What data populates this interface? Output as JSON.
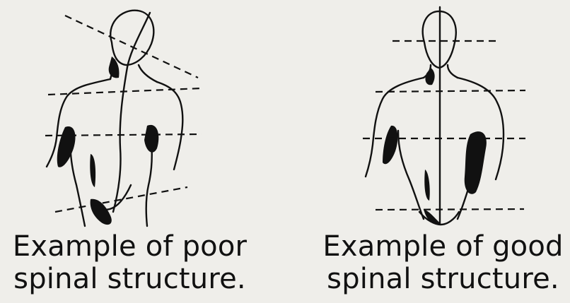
{
  "figures": [
    {
      "id": "poor",
      "caption_line1": "Example of poor",
      "caption_line2": "spinal structure."
    },
    {
      "id": "good",
      "caption_line1": "Example of good",
      "caption_line2": "spinal structure."
    }
  ],
  "colors": {
    "background": "#efeeea",
    "ink": "#111111"
  }
}
